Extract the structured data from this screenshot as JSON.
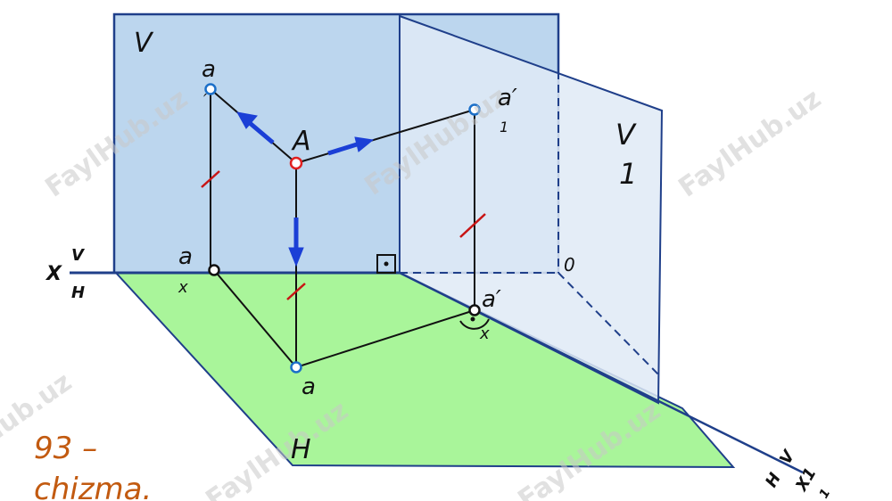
{
  "labels": {
    "plane_v": "V",
    "plane_v1_top": "V",
    "plane_v1_bottom": "1",
    "plane_h": "H",
    "point_a_big": "A",
    "a_v_main": "a",
    "a_v_sub": "′",
    "a_v1_main": "a′",
    "a_v1_sub": "1",
    "a_h": "a",
    "a_x_main": "a",
    "a_x_sub": "x",
    "a_x1_main": "a′",
    "a_x1_sub": "x",
    "origin": "0",
    "axis_x": "X",
    "axis_v": "V",
    "axis_h": "H",
    "axis2_h": "H",
    "axis2_v": "V",
    "axis2_x1": "X1",
    "axis2_sub": "1"
  },
  "caption": {
    "line1": "93 –",
    "line2": "chizma."
  },
  "watermark": "FaylHub.uz",
  "colors": {
    "plane_v_fill": "#bcd6ee",
    "plane_v1_fill": "#dfeaf6",
    "plane_h_fill": "#a9f59a",
    "edge": "#1f3f8a",
    "arrow": "#1b3fd6",
    "point_a": "#e02020",
    "point_proj": "#1b6fc8",
    "tick": "#c81414"
  }
}
